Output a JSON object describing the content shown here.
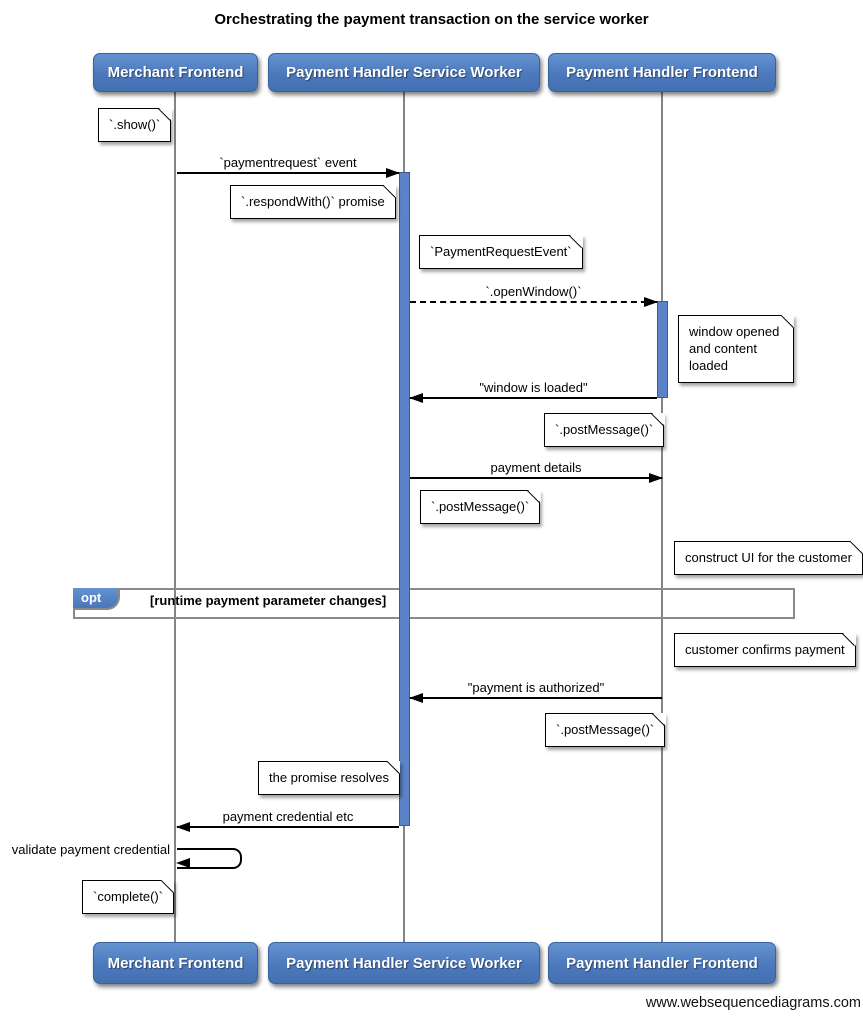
{
  "title": "Orchestrating the payment transaction on the service worker",
  "actors": [
    {
      "label": "Merchant Frontend"
    },
    {
      "label": "Payment Handler Service Worker"
    },
    {
      "label": "Payment Handler Frontend"
    }
  ],
  "messages": {
    "paymentrequest": {
      "label": "`paymentrequest` event"
    },
    "open_window": {
      "label": "`.openWindow()`"
    },
    "window_loaded": {
      "label": "\"window is loaded\""
    },
    "payment_details": {
      "label": "payment details"
    },
    "payment_authorized": {
      "label": "\"payment is authorized\""
    },
    "payment_credential": {
      "label": "payment credential etc"
    },
    "validate_credential": {
      "label": "validate payment credential"
    }
  },
  "notes": {
    "show": "`.show()`",
    "respond_with": "`.respondWith()` promise",
    "payment_request_event": "`PaymentRequestEvent`",
    "window_opened": "window opened and content loaded",
    "post_message_1": "`.postMessage()`",
    "post_message_2": "`.postMessage()`",
    "construct_ui": "construct UI for the customer",
    "customer_confirms": "customer confirms payment",
    "post_message_3": "`.postMessage()`",
    "promise_resolves": "the promise resolves",
    "complete": "`complete()`"
  },
  "frame": {
    "operator": "opt",
    "condition": "[runtime payment parameter changes]"
  },
  "watermark": "www.websequencediagrams.com",
  "colors": {
    "actor_blue": "#4C79BC",
    "actor_border": "#38619E",
    "activation_blue": "#5B83C7",
    "lifeline_gray": "#848484",
    "frame_gray": "#8A8A8A"
  }
}
